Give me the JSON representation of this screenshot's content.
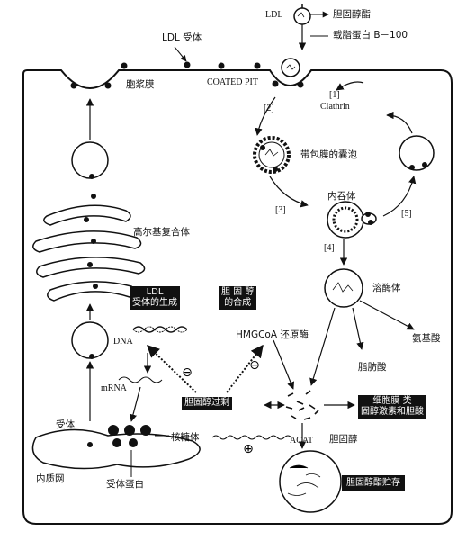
{
  "ldl": "LDL",
  "cholesterol_ester": "胆固醇酯",
  "apob100": "载脂蛋白 B－100",
  "ldl_receptor": "LDL 受体",
  "plasma_membrane": "胞浆膜",
  "coated_pit": "COATED PIT",
  "step1": "[1]",
  "clathrin": "Clathrin",
  "step2": "[2]",
  "coated_vesicle": "带包膜的囊泡",
  "step3": "[3]",
  "endosome": "内吞体",
  "step4": "[4]",
  "step5": "[5]",
  "golgi": "高尔基复合体",
  "lysosome": "溶酶体",
  "amino_acid": "氨基酸",
  "fatty_acid": "脂肪酸",
  "ldl_synthesis": [
    "LDL",
    "受体的生成"
  ],
  "chol_synthesis": [
    "胆  固  醇",
    "的合成"
  ],
  "dna": "DNA",
  "hmgcoa": "HMGCoA 还原酶",
  "mrna": "mRNA",
  "excess_chol": "胆固醇过剩",
  "membrane_box": [
    "细胞膜 类",
    "固醇激素和胆酸"
  ],
  "receptor": "受体",
  "ribosome": "核糖体",
  "acat": "ACAT",
  "cholesterol": "胆固醇",
  "er": "内质网",
  "receptor_protein": "受体蛋白",
  "chol_storage": "胆固醇酯贮存",
  "minus": "⊖",
  "plus": "⊕"
}
